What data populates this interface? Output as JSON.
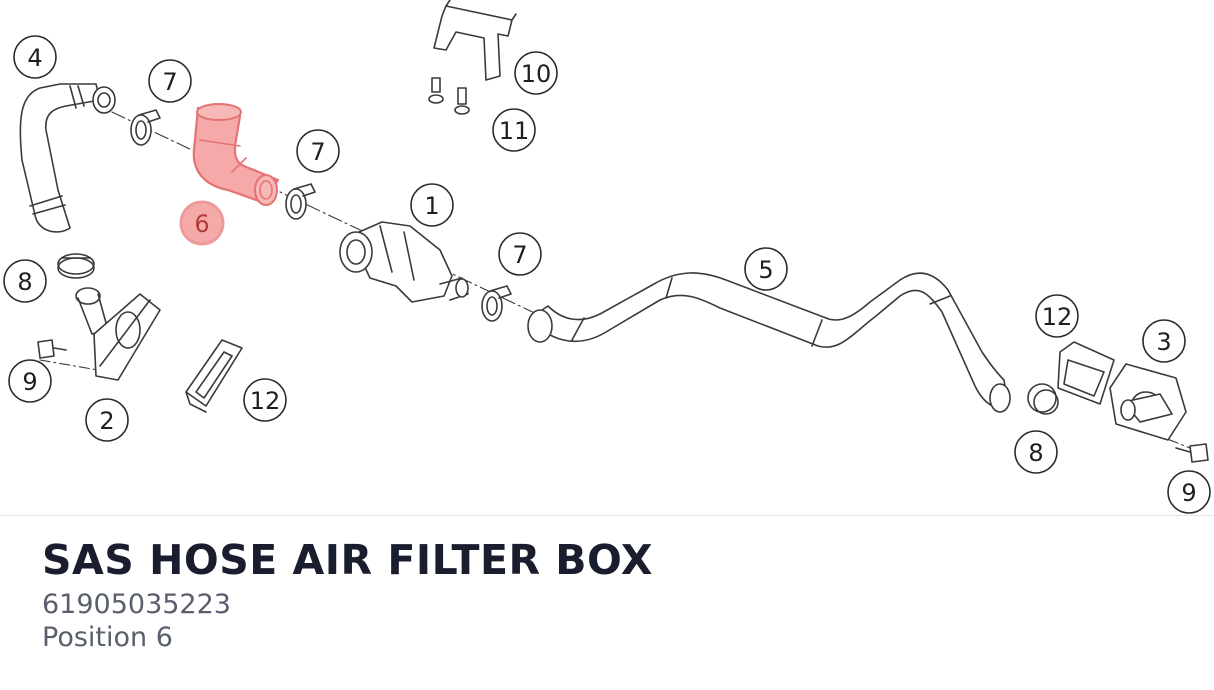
{
  "title": "SAS HOSE AIR FILTER BOX",
  "part_number": "61905035223",
  "position_text": "Position 6",
  "highlight_color": "#e53935",
  "callouts": [
    {
      "label": "4",
      "highlighted": false
    },
    {
      "label": "7",
      "highlighted": false
    },
    {
      "label": "6",
      "highlighted": true
    },
    {
      "label": "7",
      "highlighted": false
    },
    {
      "label": "1",
      "highlighted": false
    },
    {
      "label": "7",
      "highlighted": false
    },
    {
      "label": "5",
      "highlighted": false
    },
    {
      "label": "10",
      "highlighted": false
    },
    {
      "label": "11",
      "highlighted": false
    },
    {
      "label": "8",
      "highlighted": false
    },
    {
      "label": "9",
      "highlighted": false
    },
    {
      "label": "2",
      "highlighted": false
    },
    {
      "label": "12",
      "highlighted": false
    },
    {
      "label": "12",
      "highlighted": false
    },
    {
      "label": "3",
      "highlighted": false
    },
    {
      "label": "8",
      "highlighted": false
    },
    {
      "label": "9",
      "highlighted": false
    }
  ]
}
